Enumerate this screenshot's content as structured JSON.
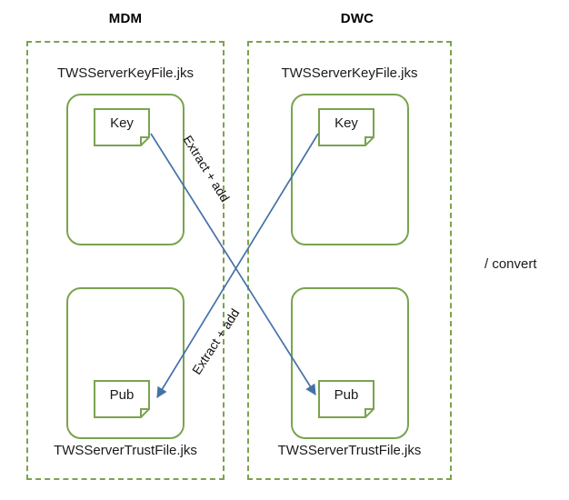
{
  "diagram": {
    "title_left": "MDM",
    "title_right": "DWC",
    "side_note": "/ convert",
    "colors": {
      "zone_border": "#7aa34f",
      "store_border": "#7aa34f",
      "note_border": "#7aa34f",
      "arrow": "#4472a8",
      "text": "#1a1a1a",
      "background": "#ffffff"
    },
    "zones": [
      {
        "id": "mdm",
        "title": "MDM",
        "keystore_label": "TWSServerKeyFile.jks",
        "truststore_label": "TWSServerTrustFile.jks",
        "key_note": "Key",
        "pub_note": "Pub"
      },
      {
        "id": "dwc",
        "title": "DWC",
        "keystore_label": "TWSServerKeyFile.jks",
        "truststore_label": "TWSServerTrustFile.jks",
        "key_note": "Key",
        "pub_note": "Pub"
      }
    ],
    "arrows": [
      {
        "id": "mdm-key-to-dwc-pub",
        "label": "Extract + add",
        "from": "MDM Key",
        "to": "DWC Pub"
      },
      {
        "id": "dwc-key-to-mdm-pub",
        "label": "Extract + add",
        "from": "DWC Key",
        "to": "MDM Pub"
      }
    ]
  }
}
